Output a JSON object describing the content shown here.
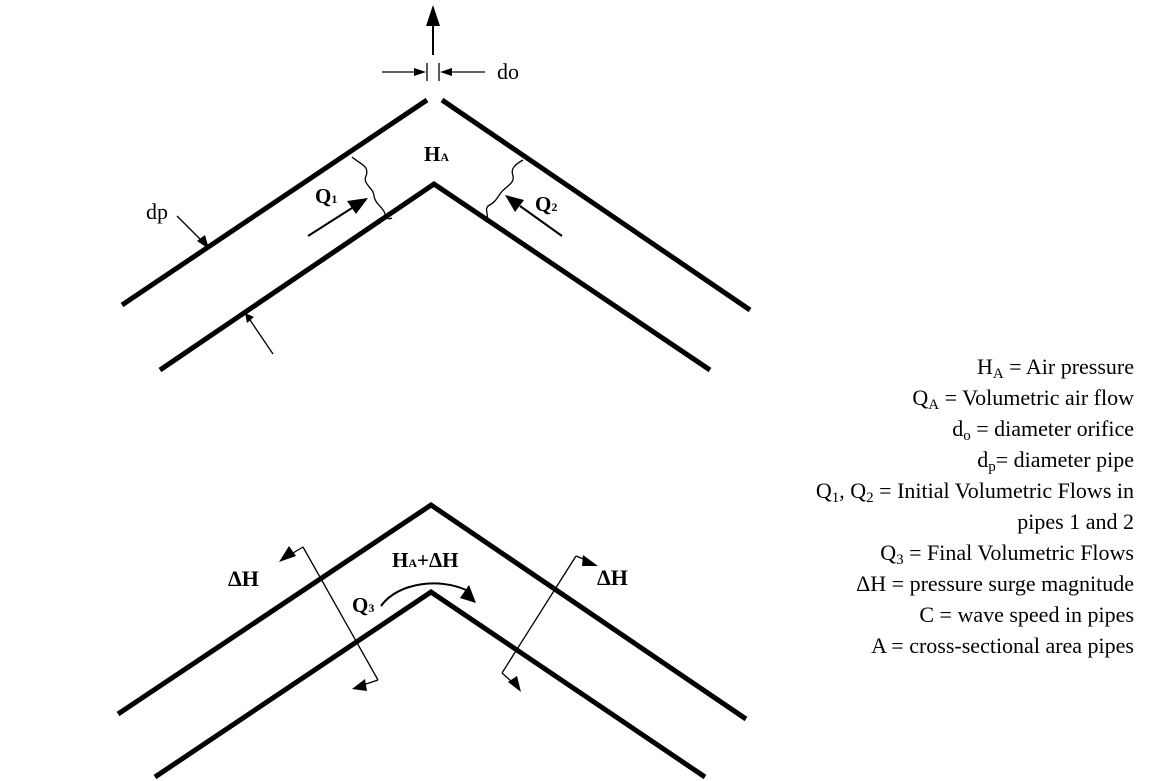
{
  "top_diagram": {
    "orifice_label": "do",
    "pressure_label": {
      "main": "H",
      "sub": "A"
    },
    "flow1_label": {
      "main": "Q",
      "sub": "1"
    },
    "flow2_label": {
      "main": "Q",
      "sub": "2"
    },
    "pipe_label": "dp"
  },
  "bottom_diagram": {
    "surge_left_label": "ΔH",
    "surge_right_label": "ΔH",
    "pressure_label": {
      "main": "H",
      "sub": "A",
      "suffix": "+ΔH"
    },
    "flow3_label": {
      "main": "Q",
      "sub": "3"
    }
  },
  "legend": [
    {
      "sym": "H",
      "sub": "A",
      "text": " = Air pressure"
    },
    {
      "sym": "Q",
      "sub": "A",
      "text": " = Volumetric air flow"
    },
    {
      "sym": "d",
      "sub": "o",
      "text": " = diameter orifice"
    },
    {
      "sym": "d",
      "sub": "p",
      "text": "= diameter pipe"
    },
    {
      "sym": "Q",
      "sub": "1",
      "sym2": ", Q",
      "sub2": "2",
      "text": " = Initial Volumetric Flows in "
    },
    {
      "text": "pipes 1 and 2"
    },
    {
      "sym": "Q",
      "sub": "3",
      "text": " = Final Volumetric Flows"
    },
    {
      "text": "ΔH = pressure surge magnitude"
    },
    {
      "text": "C = wave speed in pipes"
    },
    {
      "text": "A = cross-sectional area pipes"
    }
  ]
}
